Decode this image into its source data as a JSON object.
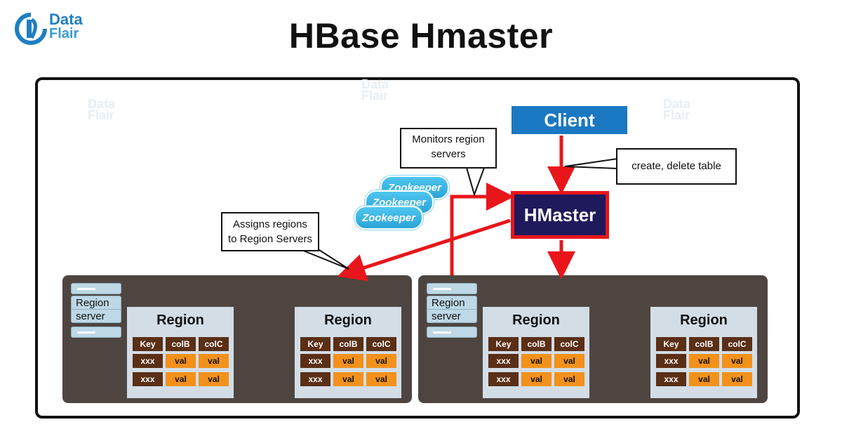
{
  "logo": {
    "line1": "Data",
    "line2": "Flair"
  },
  "title": "HBase Hmaster",
  "client": "Client",
  "hmaster": "HMaster",
  "callouts": {
    "create": "create, delete table",
    "monitor_line1": "Monitors region",
    "monitor_line2": "servers",
    "assign_line1": "Assigns regions",
    "assign_line2": "to Region Servers"
  },
  "zookeepers": [
    "Zookeeper",
    "Zookeeper",
    "Zookeeper"
  ],
  "region_server_label": {
    "line1": "Region",
    "line2": "server"
  },
  "region": {
    "title": "Region",
    "headers": [
      "Key",
      "colB",
      "colC"
    ],
    "rows": [
      [
        "xxx",
        "val",
        "val"
      ],
      [
        "xxx",
        "val",
        "val"
      ]
    ]
  },
  "colors": {
    "arrow": "#e8161b",
    "client": "#1a78c2",
    "hmaster": "#1f1a5c",
    "server": "#4f4540",
    "region": "#d3dde6",
    "key": "#5a2f16",
    "val": "#f2911b",
    "zookeeper": "#2aa3d9"
  }
}
